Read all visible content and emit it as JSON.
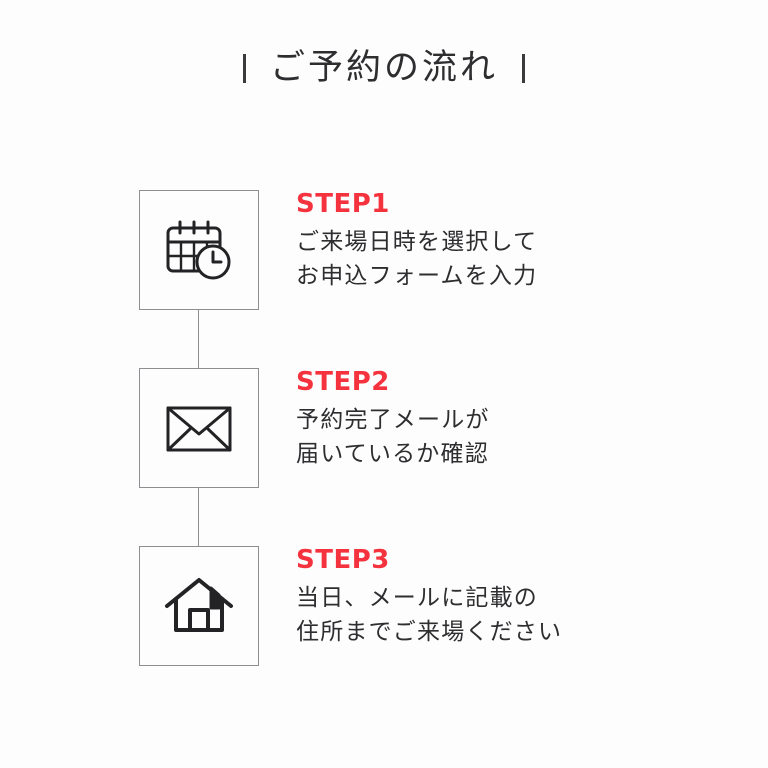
{
  "page": {
    "background_color": "#fdfdfd",
    "accent_color": "#f5333f",
    "text_color": "#2e2e31",
    "line_color": "#8e8e92"
  },
  "heading": {
    "text": "ご予約の流れ",
    "left_rule": "",
    "right_rule": ""
  },
  "steps": [
    {
      "label": "STEP1",
      "icon": "calendar-clock-icon",
      "lines": [
        "ご来場日時を選択して",
        "お申込フォームを入力"
      ]
    },
    {
      "label": "STEP2",
      "icon": "envelope-icon",
      "lines": [
        "予約完了メールが",
        "届いているか確認"
      ]
    },
    {
      "label": "STEP3",
      "icon": "house-icon",
      "lines": [
        "当日、メールに記載の",
        "住所までご来場ください"
      ]
    }
  ]
}
